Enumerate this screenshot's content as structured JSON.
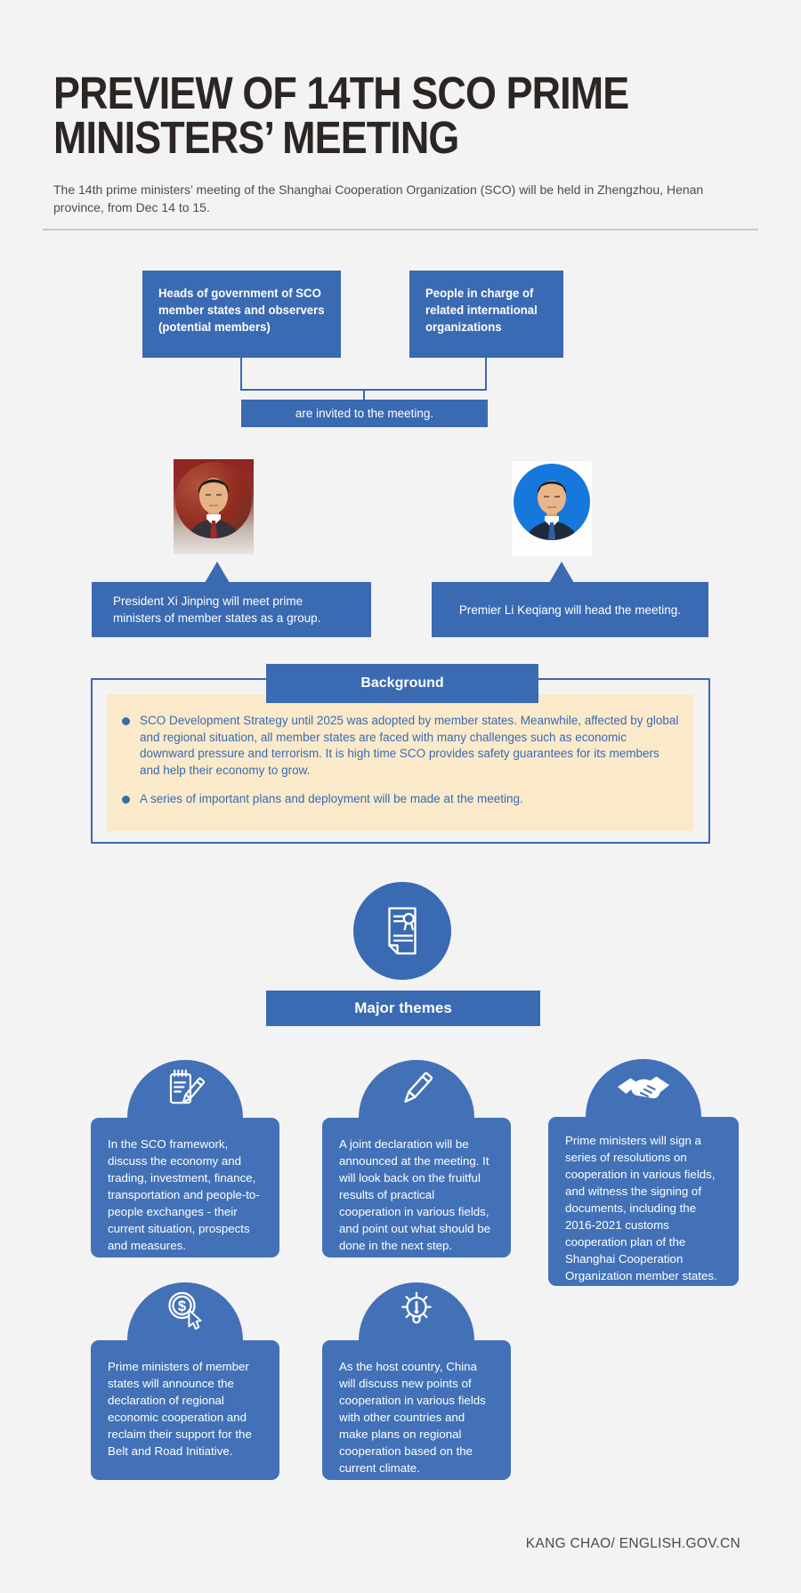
{
  "colors": {
    "page_background": "#f4f3f4",
    "accent_blue": "#3a6ab2",
    "card_blue": "#4271b7",
    "cream_panel": "#faeaca",
    "title_text": "#2b2523",
    "body_text_gray": "#4b4b4d",
    "photo_left_background_red": "#8f2a20",
    "photo_right_background_blue": "#1678dd"
  },
  "header": {
    "title_lines": [
      "PREVIEW OF 14TH SCO PRIME",
      "MINISTERS’ MEETING"
    ],
    "subtitle": "The 14th prime ministers’ meeting of the Shanghai Cooperation Organization (SCO) will be held in Zhengzhou, Henan province, from Dec 14 to 15."
  },
  "invitation_diagram": {
    "left_box_lines": [
      "Heads of government of SCO",
      "member states and observers",
      "(potential members)"
    ],
    "right_box_lines": [
      "People in charge of",
      "related international",
      "organizations"
    ],
    "result_bar": "are invited to the meeting."
  },
  "leaders": {
    "xi_caption": "President Xi Jinping will meet prime ministers of member states as a group.",
    "li_caption": "Premier Li Keqiang will head the meeting."
  },
  "background_section": {
    "heading": "Background",
    "bullets": [
      "SCO Development Strategy until 2025 was adopted by member states. Meanwhile, affected by global and regional situation, all member states are faced with many challenges such as economic downward pressure and terrorism. It is high time SCO provides safety guarantees for its members and help their economy to grow.",
      "A series of important plans and deployment will be made at the meeting."
    ]
  },
  "themes_section": {
    "heading": "Major themes",
    "cards": [
      {
        "icon": "notepad-pencil-icon",
        "text": "In the SCO framework, discuss the economy and trading, investment, finance, transportation and people-to-people exchanges - their current situation, prospects and measures."
      },
      {
        "icon": "pencil-icon",
        "text": "A joint declaration will be announced at the meeting. It will look back on the fruitful results of practical cooperation in various fields, and point out what should be done in the next step."
      },
      {
        "icon": "handshake-icon",
        "text": "Prime ministers will sign a series of resolutions on cooperation in various fields, and witness the signing of documents, including the 2016-2021 customs cooperation plan of the Shanghai Cooperation Organization member states."
      },
      {
        "icon": "dollar-search-cursor-icon",
        "text": "Prime ministers of member states will announce the declaration of regional economic cooperation and reclaim their support for the Belt and Road Initiative."
      },
      {
        "icon": "lightbulb-alert-icon",
        "text": "As the host country, China will discuss new points of cooperation in various fields with other countries and make plans on regional cooperation based on the current climate."
      }
    ]
  },
  "footer": {
    "credit": "KANG CHAO/ ENGLISH.GOV.CN"
  }
}
